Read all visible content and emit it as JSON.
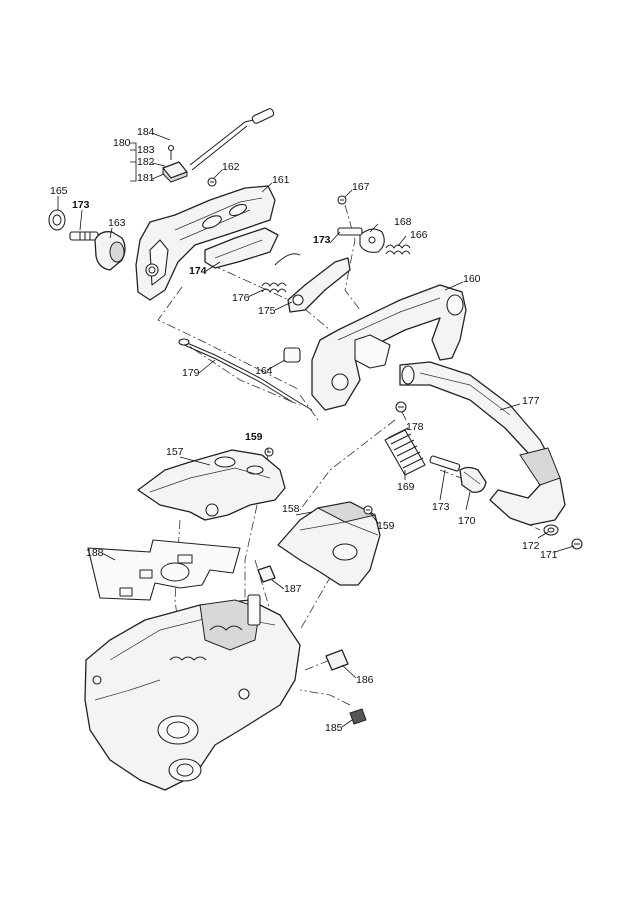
{
  "labels": {
    "p184": "184",
    "p180": "180",
    "p183": "183",
    "p182": "182",
    "p181": "181",
    "p165": "165",
    "p173a": "173",
    "p163": "163",
    "p162": "162",
    "p161": "161",
    "p174": "174",
    "p176": "176",
    "p175": "175",
    "p167": "167",
    "p168": "168",
    "p173b": "173",
    "p166": "166",
    "p160": "160",
    "p164": "164",
    "p179": "179",
    "p178": "178",
    "p177": "177",
    "p169": "169",
    "p173c": "173",
    "p170": "170",
    "p172": "172",
    "p171": "171",
    "p159a": "159",
    "p157": "157",
    "p158": "158",
    "p159b": "159",
    "p188": "188",
    "p187": "187",
    "p186": "186",
    "p185": "185"
  }
}
